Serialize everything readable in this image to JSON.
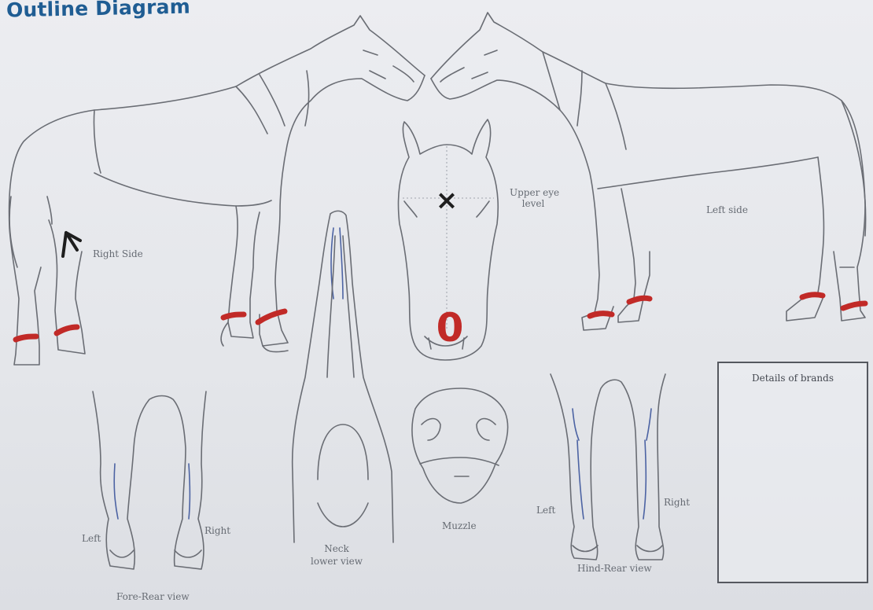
{
  "header": {
    "title": "Outline Diagram"
  },
  "labels": {
    "right_side": "Right Side",
    "left_side": "Left side",
    "upper_eye_level": [
      "Upper eye",
      "level"
    ],
    "muzzle": "Muzzle",
    "neck": [
      "Neck",
      "lower view"
    ],
    "fore_left": "Left",
    "fore_right": "Right",
    "fore_rear_view": "Fore-Rear view",
    "hind_left": "Left",
    "hind_right": "Right",
    "hind_rear_view": "Hind-Rear view"
  },
  "brands_box": {
    "title": "Details of brands"
  },
  "markings": {
    "face_x_mark": "×",
    "muzzle_mark": "0",
    "ink_color": "#1e1e1e",
    "marking_color": "#c12a27",
    "outline_color": "#6a6d74",
    "vein_color": "#4c63a3",
    "title_color": "#1f5d93"
  }
}
